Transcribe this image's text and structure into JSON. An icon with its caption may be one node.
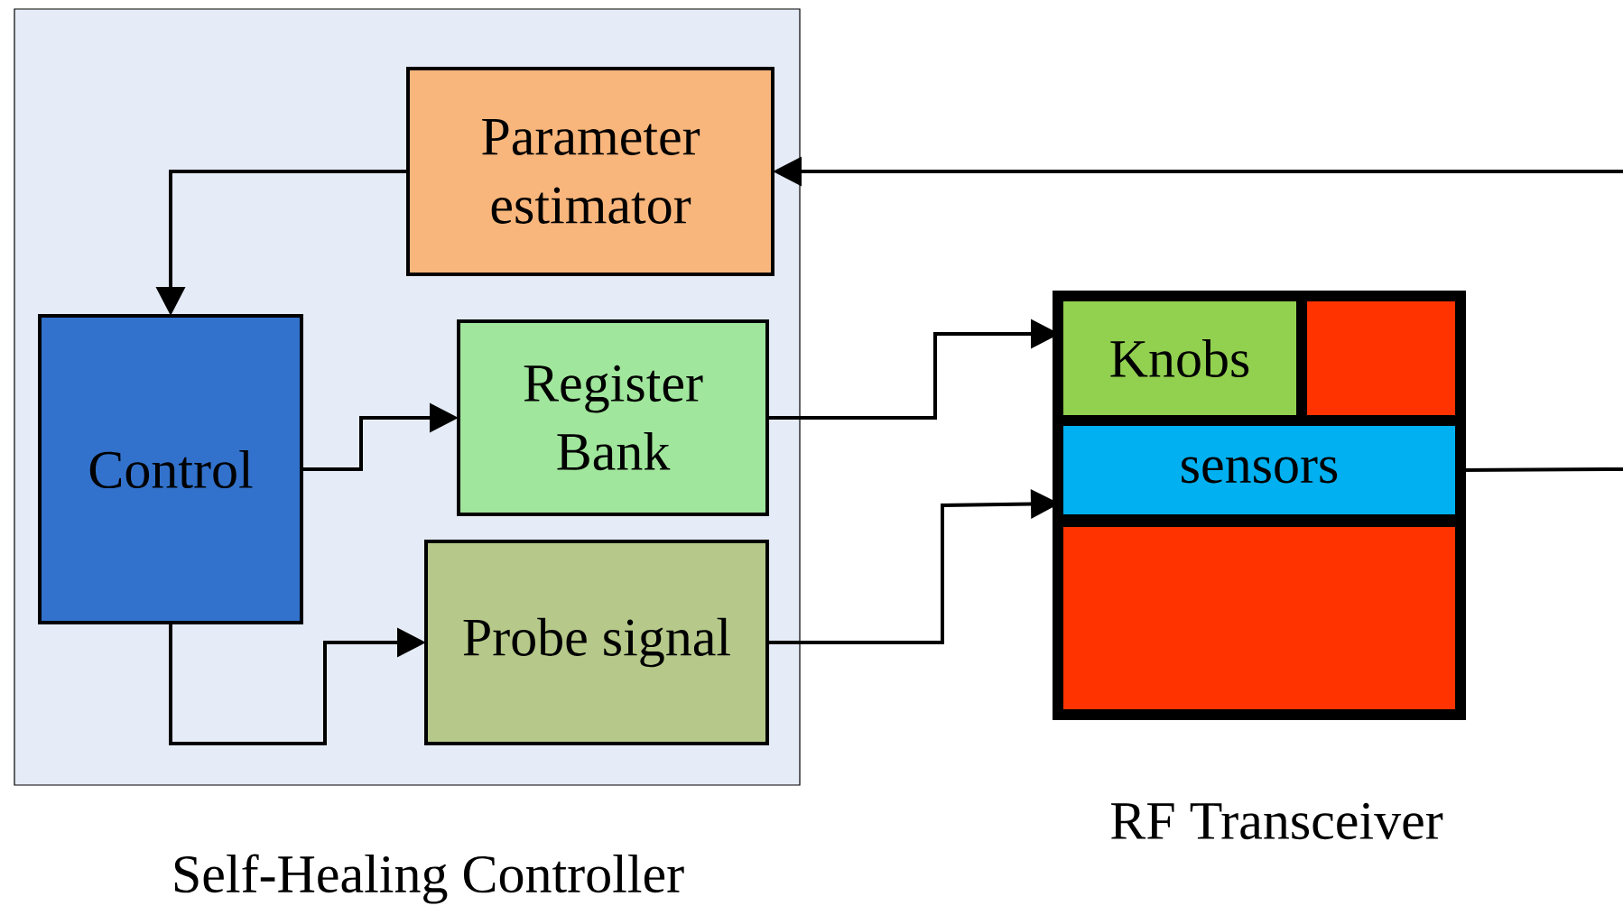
{
  "diagram": {
    "nodes": [
      {
        "text": [
          "Self-Healing Controller"
        ]
      },
      {
        "text": [
          "Parameter estimator"
        ],
        "in": 0
      },
      {
        "text": [
          "Control"
        ],
        "in": 0
      },
      {
        "text": [
          "Register Bank"
        ],
        "in": 0
      },
      {
        "text": [
          "Probe signal"
        ],
        "in": 0
      },
      {
        "text": [
          "RF Transceiver"
        ]
      },
      {
        "text": [
          "Knobs"
        ],
        "in": 5
      },
      {
        "text": [],
        "shape": "box",
        "in": 5
      },
      {
        "text": [
          "sensors"
        ],
        "in": 5
      },
      {
        "text": [],
        "shape": "box",
        "in": 5
      }
    ],
    "edges": [
      {
        "from": null,
        "to": 1,
        "arrow": "to"
      },
      {
        "from": 1,
        "to": 2,
        "arrow": "to"
      },
      {
        "from": 2,
        "to": 3,
        "arrow": "to"
      },
      {
        "from": 2,
        "to": 4,
        "arrow": "to"
      },
      {
        "from": 3,
        "to": 6,
        "arrow": "to"
      },
      {
        "from": 4,
        "to": 8,
        "arrow": "to"
      },
      {
        "from": 8,
        "to": null,
        "arrow": "none"
      }
    ]
  }
}
